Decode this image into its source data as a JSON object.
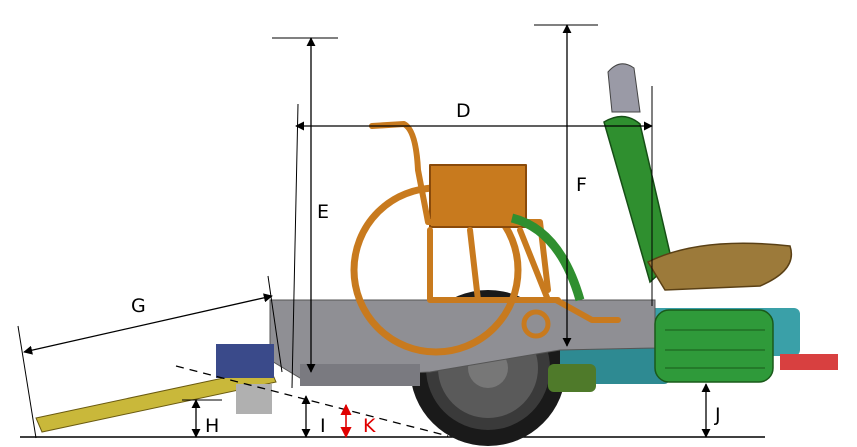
{
  "labels": {
    "G": "G",
    "D": "D",
    "E": "E",
    "F": "F",
    "H": "H",
    "I": "I",
    "K": "K",
    "J": "J"
  },
  "colors": {
    "dimension_line": "#000000",
    "highlight_dimension": "#e00000",
    "wheelchair": "#c87a1e",
    "vehicle_floor": "#8f8f94",
    "seat": "#2f8f2f",
    "ramp": "#c9b83a",
    "teal_component": "#3aa0a8",
    "red_component": "#d84040"
  },
  "icons": {
    "wheelchair": "wheelchair-outline",
    "seat": "vehicle-seat",
    "ramp": "deployed-ramp",
    "tire": "rear-tire"
  }
}
